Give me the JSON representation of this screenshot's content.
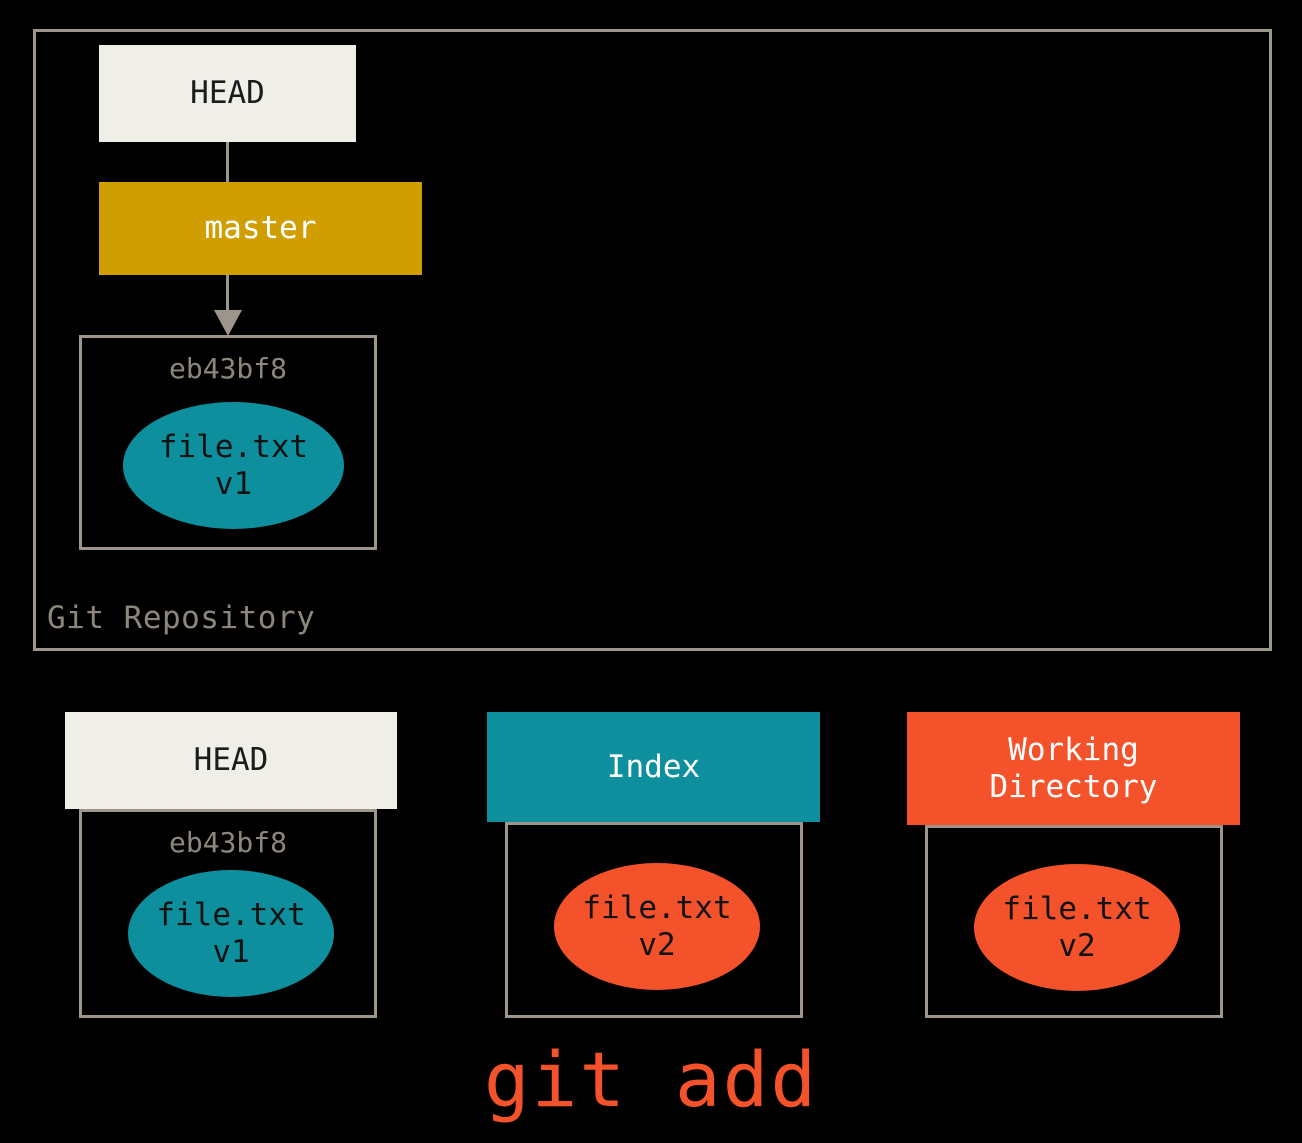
{
  "repository": {
    "caption": "Git Repository",
    "head": {
      "label": "HEAD"
    },
    "branch": {
      "label": "master"
    },
    "commit": {
      "sha": "eb43bf8",
      "blob": {
        "filename": "file.txt",
        "version": "v1",
        "label": "file.txt\nv1"
      }
    }
  },
  "areas": [
    {
      "id": "head",
      "header": "HEAD",
      "sha": "eb43bf8",
      "blob": {
        "filename": "file.txt",
        "version": "v1",
        "label": "file.txt\nv1"
      }
    },
    {
      "id": "index",
      "header": "Index",
      "blob": {
        "filename": "file.txt",
        "version": "v2",
        "label": "file.txt\nv2"
      }
    },
    {
      "id": "working-directory",
      "header": "Working\nDirectory",
      "blob": {
        "filename": "file.txt",
        "version": "v2",
        "label": "file.txt\nv2"
      }
    }
  ],
  "command": {
    "label": "git add"
  },
  "colors": {
    "background": "#000000",
    "cream": "#efeee7",
    "gold": "#d09e00",
    "teal": "#0d8f9e",
    "orange": "#f4522a",
    "border_gray": "#9d9589",
    "muted_text": "#8d867c"
  }
}
